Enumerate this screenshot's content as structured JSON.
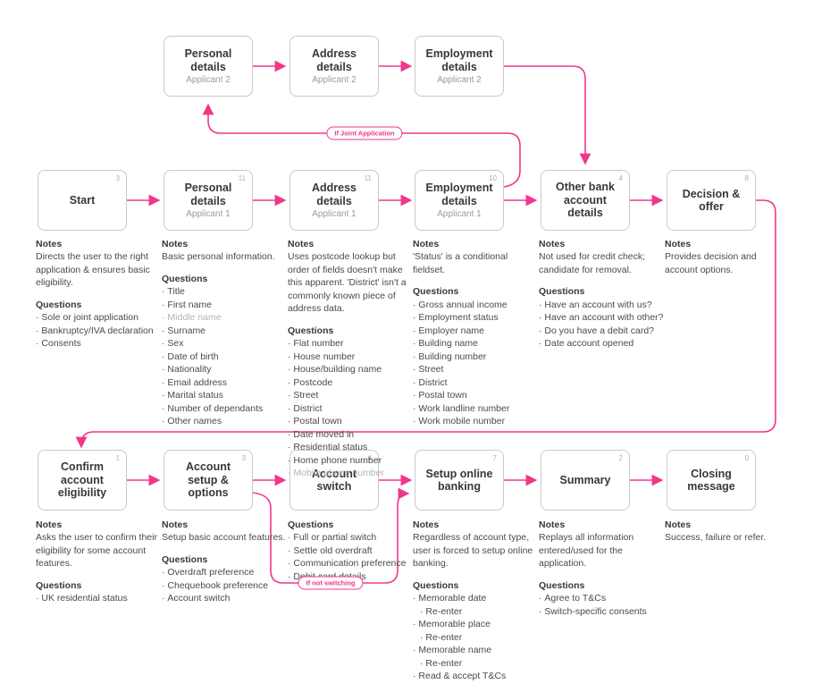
{
  "colors": {
    "accent": "#F0368C",
    "box_border": "#C9C9C9",
    "text": "#3F3F3F",
    "muted": "#B5B5B5"
  },
  "labels": {
    "notes_heading": "Notes",
    "questions_heading": "Questions"
  },
  "edge_labels": {
    "joint_application": "If Joint Application",
    "not_switching": "If not switching"
  },
  "nodes": [
    {
      "title": "Personal details",
      "subtitle": "Applicant 2",
      "badge": ""
    },
    {
      "title": "Address details",
      "subtitle": "Applicant 2",
      "badge": ""
    },
    {
      "title": "Employment details",
      "subtitle": "Applicant 2",
      "badge": ""
    },
    {
      "title": "Start",
      "subtitle": "",
      "badge": "3",
      "notes": "Directs the user to the right application & ensures basic eligibility.",
      "questions": [
        {
          "text": "Sole or joint application"
        },
        {
          "text": "Bankruptcy/IVA declaration"
        },
        {
          "text": "Consents"
        }
      ]
    },
    {
      "title": "Personal details",
      "subtitle": "Applicant 1",
      "badge": "11",
      "notes": "Basic personal information.",
      "questions": [
        {
          "text": "Title"
        },
        {
          "text": "First name"
        },
        {
          "text": "Middle name",
          "muted": true
        },
        {
          "text": "Surname"
        },
        {
          "text": "Sex"
        },
        {
          "text": "Date of birth"
        },
        {
          "text": "Nationality"
        },
        {
          "text": "Email address"
        },
        {
          "text": "Marital status"
        },
        {
          "text": "Number of dependants"
        },
        {
          "text": "Other names"
        }
      ]
    },
    {
      "title": "Address details",
      "subtitle": "Applicant 1",
      "badge": "11",
      "notes": "Uses postcode lookup but order of fields doesn't make this apparent. 'District' isn't a commonly known piece of address data.",
      "questions": [
        {
          "text": "Flat number"
        },
        {
          "text": "House number"
        },
        {
          "text": "House/building name"
        },
        {
          "text": "Postcode"
        },
        {
          "text": "Street"
        },
        {
          "text": "District"
        },
        {
          "text": "Postal town"
        },
        {
          "text": "Date moved in"
        },
        {
          "text": "Residential status"
        },
        {
          "text": "Home phone number"
        },
        {
          "text": "Mobile phone number",
          "muted": true
        }
      ]
    },
    {
      "title": "Employment details",
      "subtitle": "Applicant 1",
      "badge": "10",
      "notes": "'Status' is a conditional fieldset.",
      "questions": [
        {
          "text": "Gross annual income"
        },
        {
          "text": "Employment status"
        },
        {
          "text": "Employer name"
        },
        {
          "text": "Building name"
        },
        {
          "text": "Building number"
        },
        {
          "text": "Street"
        },
        {
          "text": "District"
        },
        {
          "text": "Postal town"
        },
        {
          "text": "Work landline number"
        },
        {
          "text": "Work mobile number"
        }
      ]
    },
    {
      "title": "Other bank account details",
      "subtitle": "",
      "badge": "4",
      "notes": "Not used for credit check; candidate for removal.",
      "questions": [
        {
          "text": "Have an account with us?"
        },
        {
          "text": "Have an account with other?"
        },
        {
          "text": "Do you have a debit card?"
        },
        {
          "text": "Date account opened"
        }
      ]
    },
    {
      "title": "Decision & offer",
      "subtitle": "",
      "badge": "8",
      "notes": "Provides decision and account options.",
      "questions": []
    },
    {
      "title": "Confirm account eligibility",
      "subtitle": "",
      "badge": "1",
      "notes": "Asks the user to confirm their eligibility for some account features.",
      "questions": [
        {
          "text": "UK residential status"
        }
      ]
    },
    {
      "title": "Account setup & options",
      "subtitle": "",
      "badge": "3",
      "notes": "Setup basic account features.",
      "questions": [
        {
          "text": "Overdraft preference"
        },
        {
          "text": "Chequebook preference"
        },
        {
          "text": "Account switch"
        }
      ]
    },
    {
      "title": "Account switch",
      "subtitle": "",
      "badge": "4",
      "notes": "",
      "questions": [
        {
          "text": "Full or partial switch"
        },
        {
          "text": "Settle old overdraft"
        },
        {
          "text": "Communication preference"
        },
        {
          "text": "Debit card details"
        }
      ]
    },
    {
      "title": "Setup online banking",
      "subtitle": "",
      "badge": "7",
      "notes": "Regardless of account type, user is forced to setup online banking.",
      "questions": [
        {
          "text": "Memorable date"
        },
        {
          "text": "Re-enter",
          "indent": true
        },
        {
          "text": "Memorable place"
        },
        {
          "text": "Re-enter",
          "indent": true
        },
        {
          "text": "Memorable name"
        },
        {
          "text": "Re-enter",
          "indent": true
        },
        {
          "text": "Read & accept T&Cs"
        }
      ]
    },
    {
      "title": "Summary",
      "subtitle": "",
      "badge": "2",
      "notes": "Replays all information entered/used for the application.",
      "questions": [
        {
          "text": "Agree to T&Cs"
        },
        {
          "text": "Switch-specific consents"
        }
      ]
    },
    {
      "title": "Closing message",
      "subtitle": "",
      "badge": "0",
      "notes": "Success, failure or refer.",
      "questions": []
    }
  ]
}
